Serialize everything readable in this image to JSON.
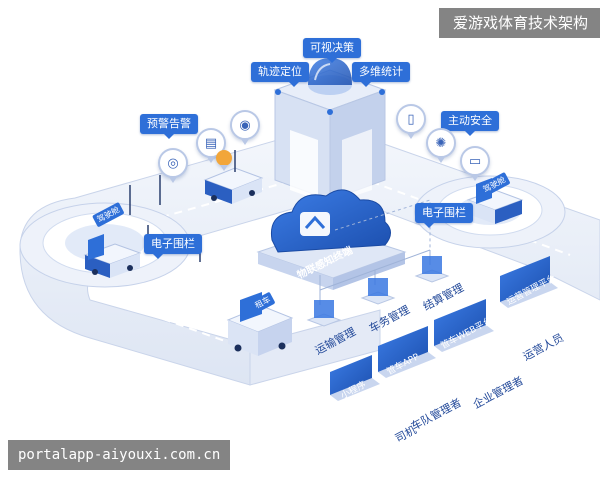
{
  "watermark_top": "爱游戏体育技术架构",
  "watermark_bottom": "portalapp-aiyouxi.com.cn",
  "callouts": {
    "visual_decision": "可视决策",
    "trajectory": "轨迹定位",
    "multi_stats": "多维统计",
    "warning": "预警告警",
    "active_safety": "主动安全",
    "fence_left": "电子围栏",
    "fence_right": "电子围栏"
  },
  "cloud_label": "物联感知终端",
  "vehicle_tags": {
    "left_vehicle": "驾驶舱",
    "right_vehicle": "驾驶舱",
    "leasing": "租车"
  },
  "modules": {
    "transport": "运输管理",
    "vehicle_service": "车务管理",
    "settlement": "结算管理"
  },
  "screens": {
    "mini_program": "小程序",
    "driver_app": "管车APP",
    "web_platform": "管车WEB平台",
    "ops_platform": "运营管理平台"
  },
  "roles": {
    "driver": "司机",
    "fleet_manager": "车队管理者",
    "enterprise_manager": "企业管理者",
    "operator": "运营人员"
  },
  "colors": {
    "accent": "#2e6fd8",
    "road": "#e9eef8",
    "building": "#dfe7f6",
    "dark_blue": "#1f4fb0"
  }
}
